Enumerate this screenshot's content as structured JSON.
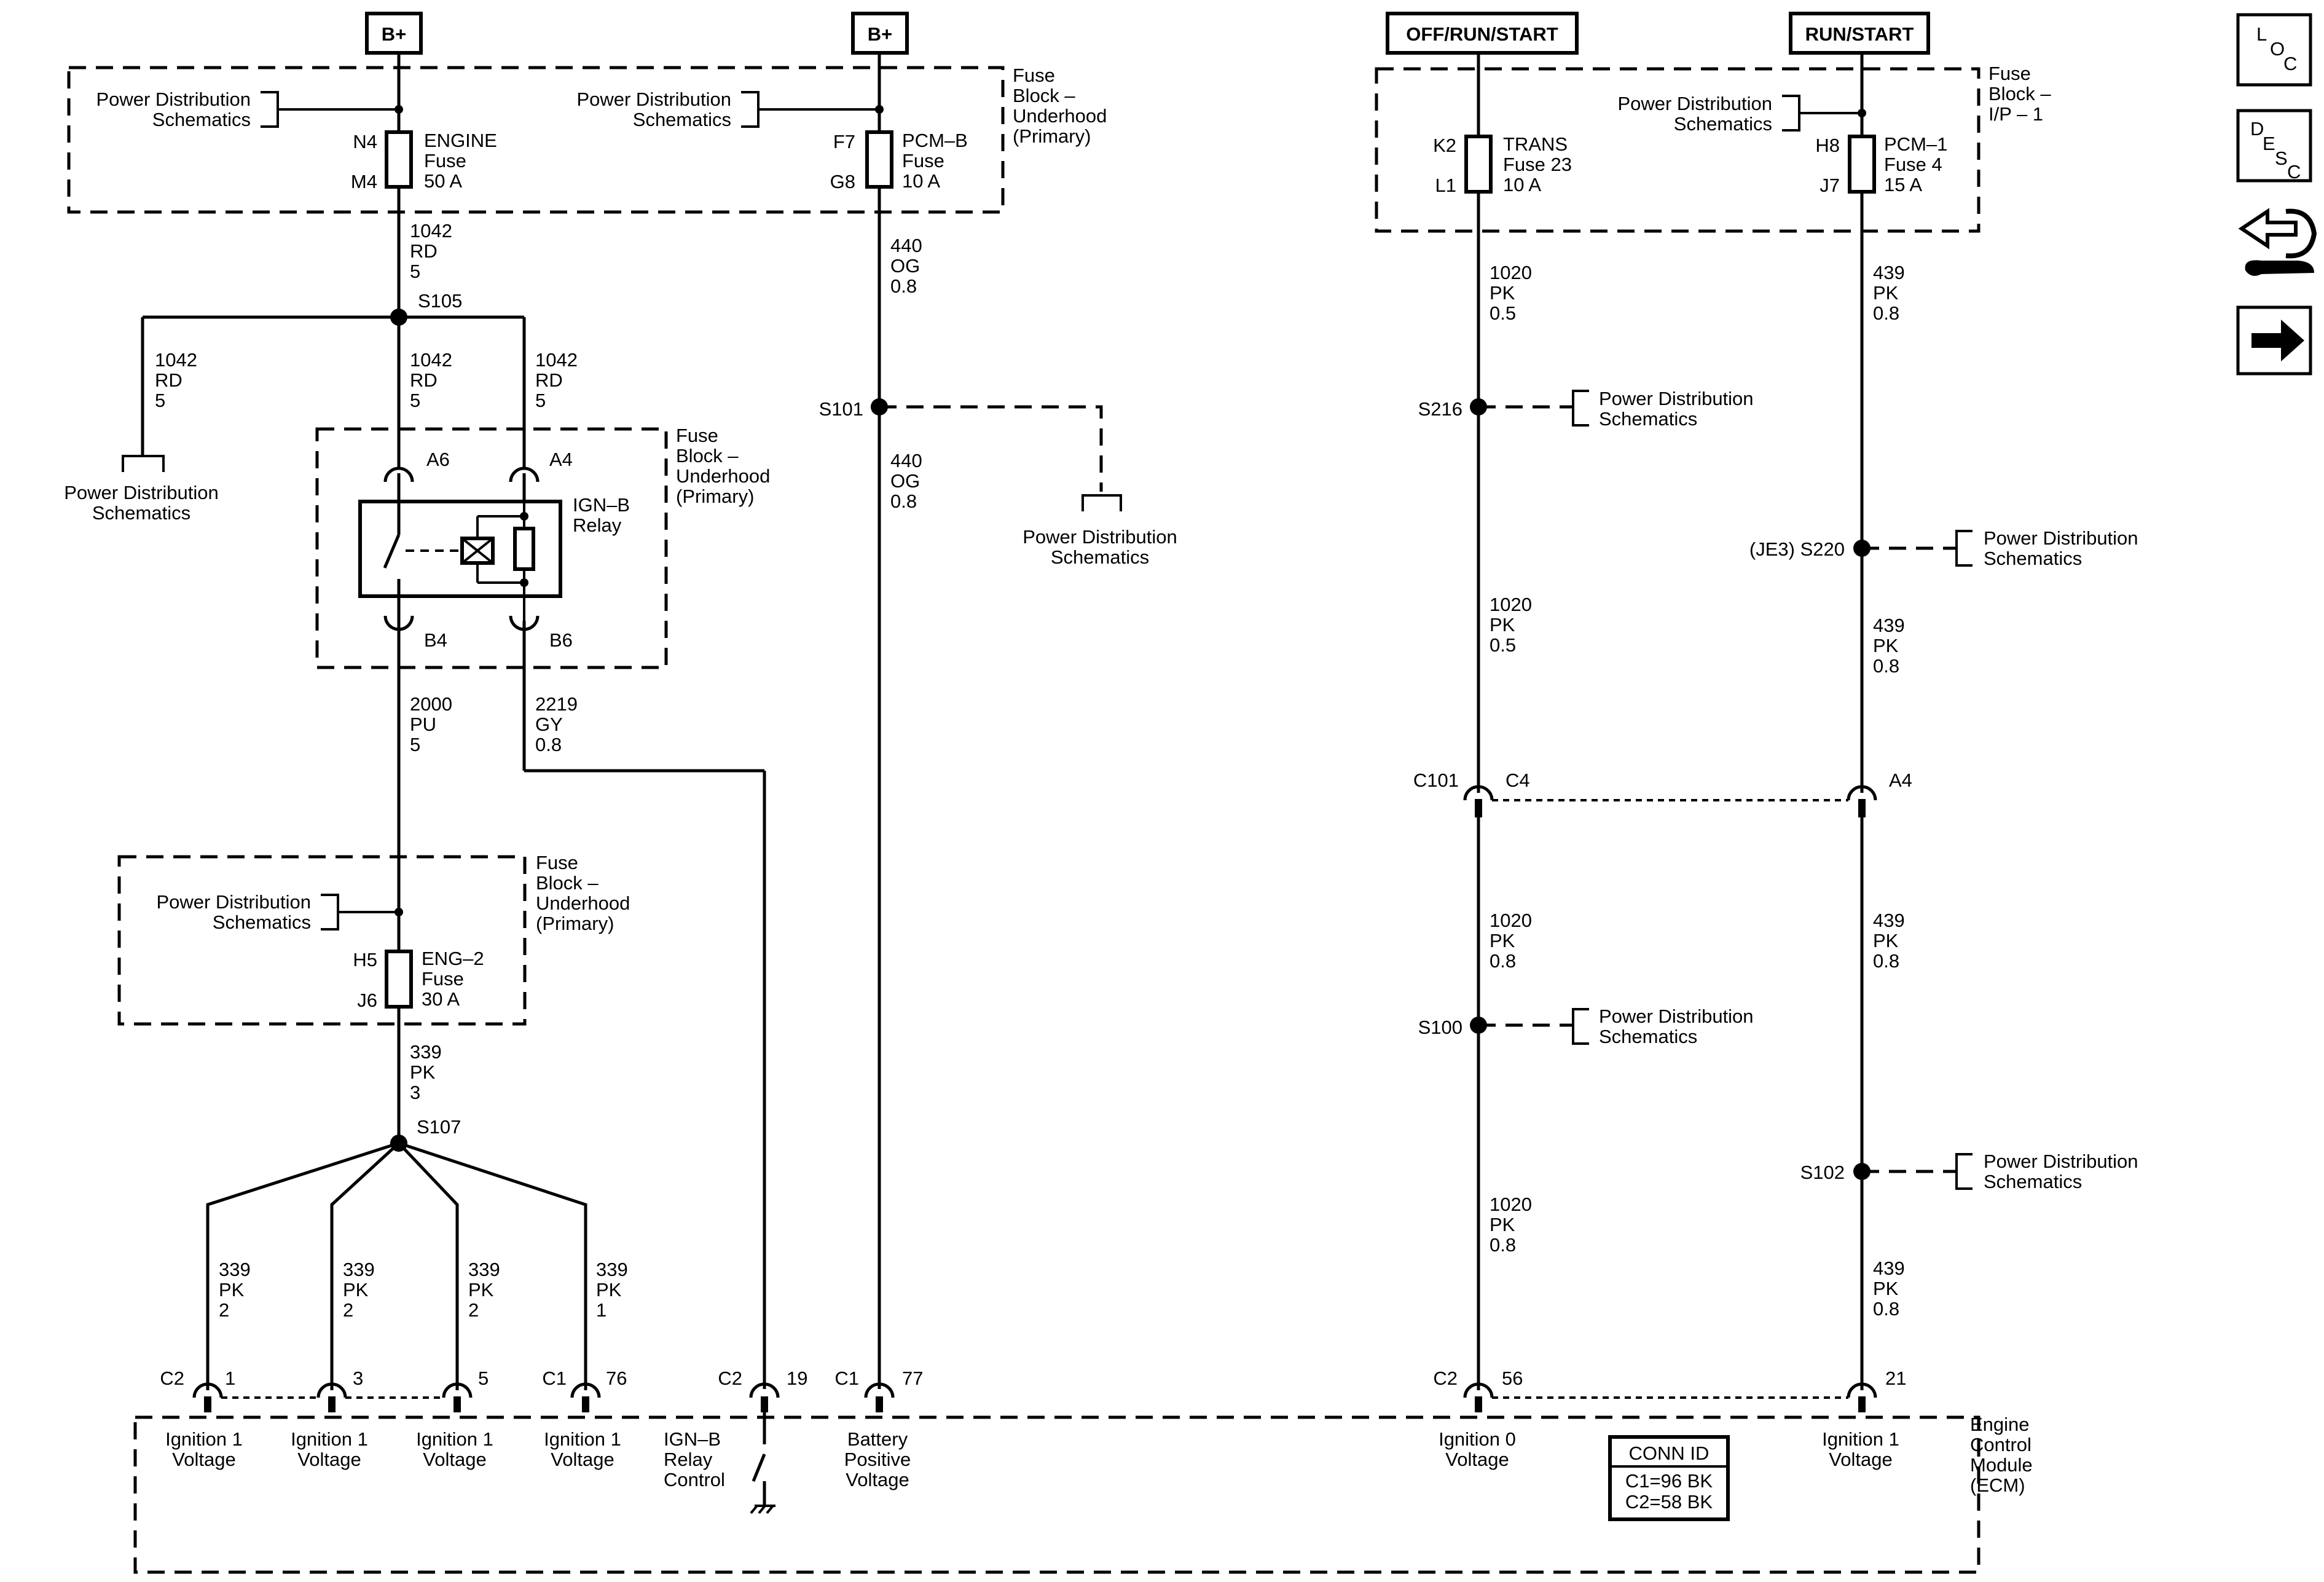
{
  "power_headers": [
    "B+",
    "B+",
    "OFF/RUN/START",
    "RUN/START"
  ],
  "fuse_blocks": {
    "underhood_top": [
      "Fuse",
      "Block –",
      "Underhood",
      "(Primary)"
    ],
    "underhood_relay": [
      "Fuse",
      "Block –",
      "Underhood",
      "(Primary)"
    ],
    "underhood_eng2": [
      "Fuse",
      "Block –",
      "Underhood",
      "(Primary)"
    ],
    "ip1": [
      "Fuse",
      "Block –",
      "I/P – 1"
    ]
  },
  "pd_label": [
    "Power Distribution",
    "Schematics"
  ],
  "fuses": {
    "engine": {
      "top_pin": "N4",
      "bottom_pin": "M4",
      "lines": [
        "ENGINE",
        "Fuse",
        "50 A"
      ]
    },
    "pcmb": {
      "top_pin": "F7",
      "bottom_pin": "G8",
      "lines": [
        "PCM–B",
        "Fuse",
        "10 A"
      ]
    },
    "trans": {
      "top_pin": "K2",
      "bottom_pin": "L1",
      "lines": [
        "TRANS",
        "Fuse 23",
        "10 A"
      ]
    },
    "pcm1": {
      "top_pin": "H8",
      "bottom_pin": "J7",
      "lines": [
        "PCM–1",
        "Fuse 4",
        "15 A"
      ]
    },
    "eng2": {
      "top_pin": "H5",
      "bottom_pin": "J6",
      "lines": [
        "ENG–2",
        "Fuse",
        "30 A"
      ]
    }
  },
  "relay": {
    "lines": [
      "IGN–B",
      "Relay"
    ],
    "pins": [
      "A6",
      "A4",
      "B4",
      "B6"
    ]
  },
  "splices": [
    "S105",
    "S101",
    "S216",
    "(JE3)  S220",
    "S100",
    "S102",
    "S107"
  ],
  "wires": {
    "w1042_top": [
      "1042",
      "RD",
      "5"
    ],
    "w1042_left": [
      "1042",
      "RD",
      "5"
    ],
    "w1042_mid": [
      "1042",
      "RD",
      "5"
    ],
    "w1042_right": [
      "1042",
      "RD",
      "5"
    ],
    "w440_top": [
      "440",
      "OG",
      "0.8"
    ],
    "w440_mid": [
      "440",
      "OG",
      "0.8"
    ],
    "w2000": [
      "2000",
      "PU",
      "5"
    ],
    "w2219": [
      "2219",
      "GY",
      "0.8"
    ],
    "w339_main": [
      "339",
      "PK",
      "3"
    ],
    "w339_a": [
      "339",
      "PK",
      "2"
    ],
    "w339_b": [
      "339",
      "PK",
      "2"
    ],
    "w339_c": [
      "339",
      "PK",
      "2"
    ],
    "w339_d": [
      "339",
      "PK",
      "1"
    ],
    "w1020_a": [
      "1020",
      "PK",
      "0.5"
    ],
    "w1020_b": [
      "1020",
      "PK",
      "0.5"
    ],
    "w1020_c": [
      "1020",
      "PK",
      "0.8"
    ],
    "w1020_d": [
      "1020",
      "PK",
      "0.8"
    ],
    "w439_a": [
      "439",
      "PK",
      "0.8"
    ],
    "w439_b": [
      "439",
      "PK",
      "0.8"
    ],
    "w439_c": [
      "439",
      "PK",
      "0.8"
    ],
    "w439_d": [
      "439",
      "PK",
      "0.8"
    ]
  },
  "connector_c101": {
    "name": "C101",
    "pins": [
      "C4",
      "A4"
    ]
  },
  "ecm_pins": [
    {
      "conn": "C2",
      "pin": "1"
    },
    {
      "conn": "",
      "pin": "3"
    },
    {
      "conn": "",
      "pin": "5"
    },
    {
      "conn": "C1",
      "pin": "76"
    },
    {
      "conn": "C2",
      "pin": "19"
    },
    {
      "conn": "C1",
      "pin": "77"
    },
    {
      "conn": "C2",
      "pin": "56"
    },
    {
      "conn": "",
      "pin": "21"
    }
  ],
  "ecm_inputs": [
    [
      "Ignition 1",
      "Voltage"
    ],
    [
      "Ignition 1",
      "Voltage"
    ],
    [
      "Ignition 1",
      "Voltage"
    ],
    [
      "Ignition 1",
      "Voltage"
    ],
    [
      "IGN–B",
      "Relay",
      "Control"
    ],
    [
      "Battery",
      "Positive",
      "Voltage"
    ],
    [
      "Ignition 0",
      "Voltage"
    ],
    [
      "Ignition 1",
      "Voltage"
    ]
  ],
  "ecm_name": [
    "Engine",
    "Control",
    "Module",
    "(ECM)"
  ],
  "conn_id": {
    "title": "CONN ID",
    "lines": [
      "C1=96 BK",
      "C2=58 BK"
    ]
  },
  "side_icons": {
    "loc": [
      "L",
      "O",
      "C"
    ],
    "desc": [
      "D",
      "E",
      "S",
      "C"
    ],
    "icons": [
      "connector-icon",
      "next-arrow-icon"
    ]
  }
}
